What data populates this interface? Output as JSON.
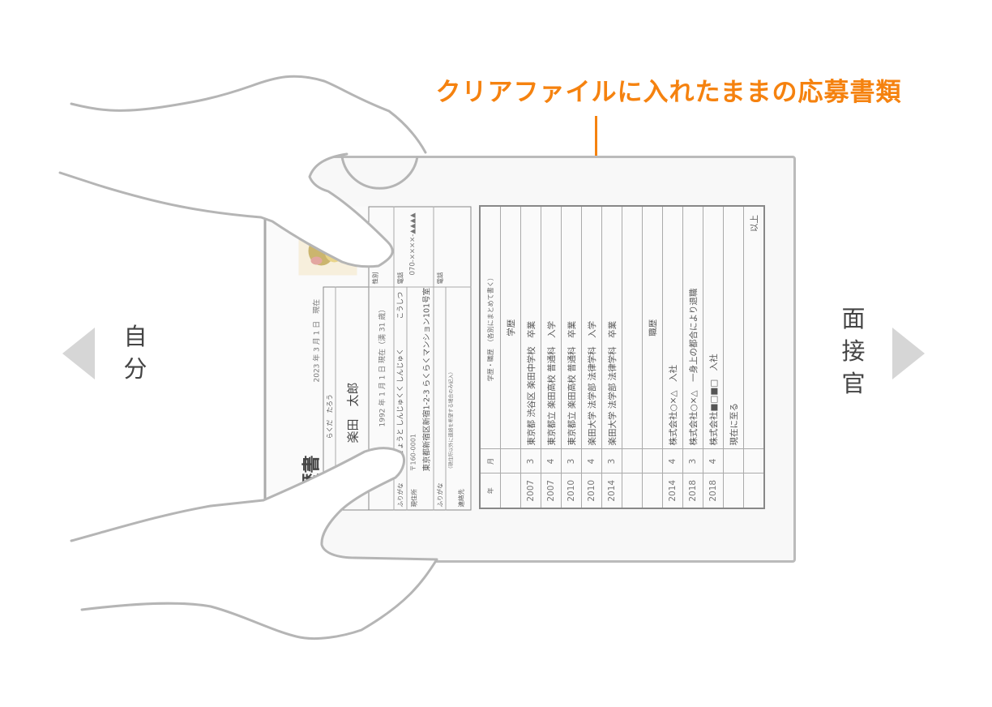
{
  "caption": "クリアファイルに入れたままの応募書類",
  "left_label": [
    "自",
    "分"
  ],
  "right_label": [
    "面",
    "接",
    "官"
  ],
  "colors": {
    "accent": "#f5820f",
    "outline": "#b5b5b5",
    "arrow": "#d6d6d6"
  },
  "icons": {
    "left": "triangle-left-icon",
    "right": "triangle-right-icon"
  },
  "resume_front": {
    "title": "履歴書",
    "date": "2023 年 3 月 1 日　現在",
    "furigana_label": "ふりがな",
    "name_furigana": "らくだ　たろう",
    "name": "楽田　太郎",
    "birth": "1992 年 1 月 1 日 現在（満 31 歳）",
    "gender_label": "性別",
    "address_furigana": "とうきょうと しんじゅくく しんじゅく",
    "address_furigana_2": "こうしつ",
    "address_label": "現住所",
    "postal": "〒160-0001",
    "address": "東京都新宿区新宿1-2-3 らくらくマンション101号室",
    "phone_label": "電話",
    "phone": "070-××××-▲▲▲▲",
    "contact_furigana_label": "ふりがな",
    "contact_label": "連絡先",
    "contact_note": "（現住所以外に連絡を希望する場合のみ記入）",
    "contact_phone_label": "電話"
  },
  "resume_history": {
    "headers": {
      "year": "年",
      "month": "月",
      "content": "学歴・職歴　（各別にまとめて書く）"
    },
    "rows": [
      {
        "year": "",
        "month": "",
        "content": "学歴",
        "style": "center"
      },
      {
        "year": "2007",
        "month": "3",
        "content": "東京都 渋谷区 楽田中学校　卒業"
      },
      {
        "year": "2007",
        "month": "4",
        "content": "東京都立 楽田高校 普通科　入学"
      },
      {
        "year": "2010",
        "month": "3",
        "content": "東京都立 楽田高校 普通科　卒業"
      },
      {
        "year": "2010",
        "month": "4",
        "content": "楽田大学 法学部 法律学科　入学"
      },
      {
        "year": "2014",
        "month": "3",
        "content": "楽田大学 法学部 法律学科　卒業"
      },
      {
        "year": "",
        "month": "",
        "content": ""
      },
      {
        "year": "",
        "month": "",
        "content": "職歴",
        "style": "center"
      },
      {
        "year": "2014",
        "month": "4",
        "content": "株式会社○×△　入社"
      },
      {
        "year": "2018",
        "month": "3",
        "content": "株式会社○×△　一身上の都合により退職"
      },
      {
        "year": "2018",
        "month": "4",
        "content": "株式会社■□■□　入社"
      },
      {
        "year": "",
        "month": "",
        "content": "現在に至る"
      },
      {
        "year": "",
        "month": "",
        "content": "以上",
        "style": "end"
      }
    ]
  }
}
